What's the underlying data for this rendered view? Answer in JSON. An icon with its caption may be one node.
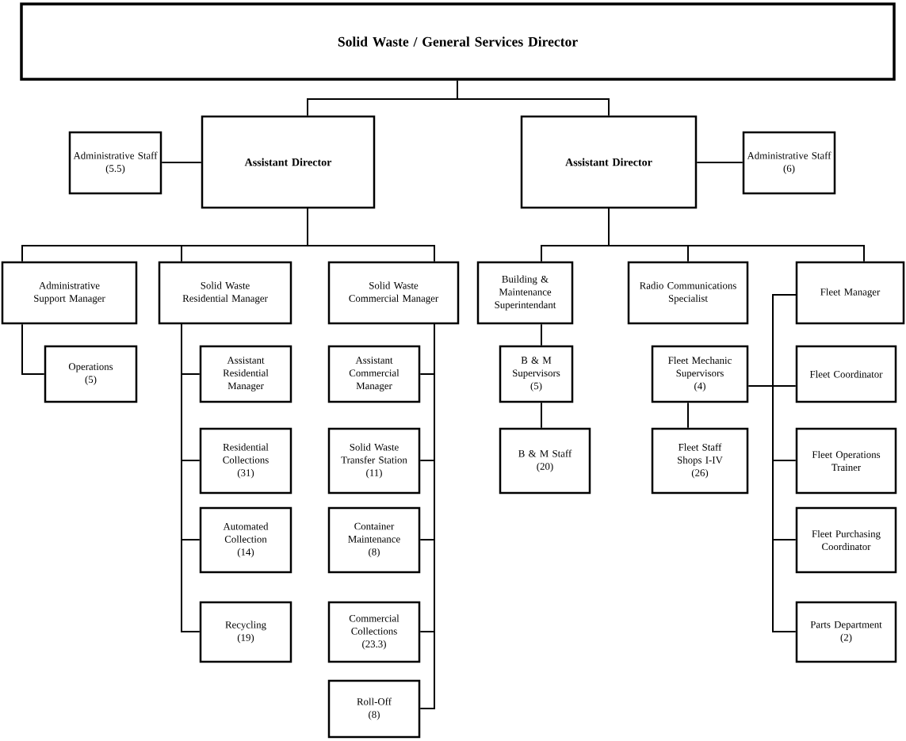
{
  "diagram": {
    "nodes": [
      {
        "text": [
          "Solid Waste / General Services Director"
        ]
      },
      {
        "text": [
          "Assistant Director"
        ]
      },
      {
        "text": [
          "Administrative Staff",
          "(5.5)"
        ]
      },
      {
        "text": [
          "Assistant Director"
        ]
      },
      {
        "text": [
          "Administrative Staff",
          "(6)"
        ]
      },
      {
        "text": [
          "Administrative Support Manager"
        ]
      },
      {
        "text": [
          "Solid Waste Residential Manager"
        ]
      },
      {
        "text": [
          "Solid Waste Commercial  Manager"
        ]
      },
      {
        "text": [
          "Building & Maintenance Superintendant"
        ]
      },
      {
        "text": [
          "Radio Communications Specialist"
        ]
      },
      {
        "text": [
          "Fleet Manager"
        ]
      },
      {
        "text": [
          "Operations",
          "(5)"
        ]
      },
      {
        "text": [
          "Assistant Residential Manager"
        ]
      },
      {
        "text": [
          "Residential Collections",
          "(31)"
        ]
      },
      {
        "text": [
          "Automated Collection",
          "(14)"
        ]
      },
      {
        "text": [
          "Recycling",
          "(19)"
        ]
      },
      {
        "text": [
          "Assistant Commercial Manager"
        ]
      },
      {
        "text": [
          "Solid Waste Transfer Station",
          "(11)"
        ]
      },
      {
        "text": [
          "Container Maintenance",
          "(8)"
        ]
      },
      {
        "text": [
          "Commercial Collections",
          "(23.3)"
        ]
      },
      {
        "text": [
          "Roll-Off",
          "(8)"
        ]
      },
      {
        "text": [
          "B & M Supervisors",
          "(5)"
        ]
      },
      {
        "text": [
          "B & M Staff",
          "(20)"
        ]
      },
      {
        "text": [
          "Fleet Mechanic Supervisors",
          "(4)"
        ]
      },
      {
        "text": [
          "Fleet Staff Shops I-IV",
          "(26)"
        ]
      },
      {
        "text": [
          "Fleet Coordinator"
        ]
      },
      {
        "text": [
          "Fleet Operations Trainer"
        ]
      },
      {
        "text": [
          "Fleet Purchasing Coordinator"
        ]
      },
      {
        "text": [
          "Parts Department",
          "(2)"
        ]
      }
    ],
    "edges": [
      {
        "from": 0,
        "to": 1,
        "arrow": "none"
      },
      {
        "from": 2,
        "to": 1,
        "arrow": "none"
      },
      {
        "from": 3,
        "to": 4,
        "arrow": "none"
      },
      {
        "from": 0,
        "to": 3,
        "arrow": "none"
      },
      {
        "from": 1,
        "to": 5,
        "arrow": "none"
      },
      {
        "from": 1,
        "to": 6,
        "arrow": "none"
      },
      {
        "from": 1,
        "to": 7,
        "arrow": "none"
      },
      {
        "from": 3,
        "to": 8,
        "arrow": "none"
      },
      {
        "from": 3,
        "to": 9,
        "arrow": "none"
      },
      {
        "from": 3,
        "to": 10,
        "arrow": "none"
      },
      {
        "from": 5,
        "to": 11,
        "arrow": "none"
      },
      {
        "from": 6,
        "to": 12,
        "arrow": "none"
      },
      {
        "from": 6,
        "to": 13,
        "arrow": "none"
      },
      {
        "from": 6,
        "to": 14,
        "arrow": "none"
      },
      {
        "from": 6,
        "to": 15,
        "arrow": "none"
      },
      {
        "from": 7,
        "to": 16,
        "arrow": "none"
      },
      {
        "from": 7,
        "to": 17,
        "arrow": "none"
      },
      {
        "from": 7,
        "to": 18,
        "arrow": "none"
      },
      {
        "from": 7,
        "to": 19,
        "arrow": "none"
      },
      {
        "from": 7,
        "to": 20,
        "arrow": "none"
      },
      {
        "from": 8,
        "to": 21,
        "arrow": "none"
      },
      {
        "from": 21,
        "to": 22,
        "arrow": "none"
      },
      {
        "from": 10,
        "to": 23,
        "arrow": "none"
      },
      {
        "from": 23,
        "to": 24,
        "arrow": "none"
      },
      {
        "from": 10,
        "to": 25,
        "arrow": "none"
      },
      {
        "from": 10,
        "to": 26,
        "arrow": "none"
      },
      {
        "from": 10,
        "to": 27,
        "arrow": "none"
      },
      {
        "from": 10,
        "to": 28,
        "arrow": "none"
      }
    ]
  }
}
